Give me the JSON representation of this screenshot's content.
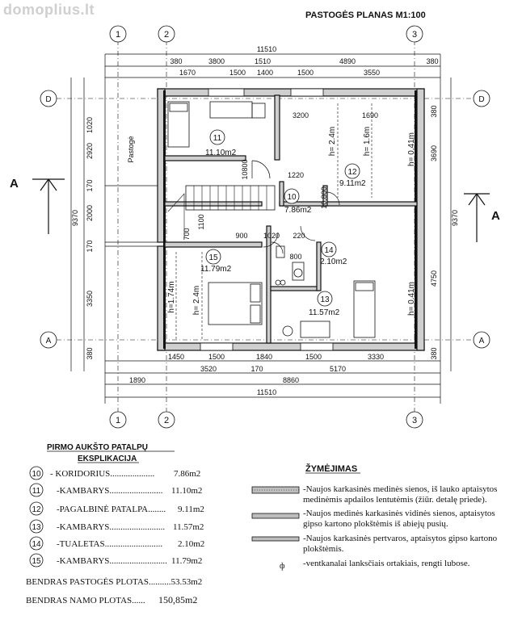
{
  "watermark": "domoplius.lt",
  "title": "PASTOGĖS PLANAS M1:100",
  "axes_top": [
    "1",
    "2",
    "3"
  ],
  "axes_side": [
    "D",
    "A"
  ],
  "section_label": "A",
  "dims": {
    "top_total": "11510",
    "top_row2": [
      "380",
      "3800",
      "1510",
      "4890",
      "380"
    ],
    "top_row3": [
      "1670",
      "1500",
      "1400",
      "1500",
      "3550"
    ],
    "left": [
      "1020",
      "2920",
      "170",
      "2000",
      "170",
      "3350",
      "380"
    ],
    "left_total": "9370",
    "right": [
      "380",
      "3690",
      "4750",
      "380"
    ],
    "right_total": "9370",
    "bottom_row1": [
      "1450",
      "1500",
      "1840",
      "1500",
      "3330"
    ],
    "bottom_row2": [
      "3520",
      "170",
      "5170"
    ],
    "bottom_row3": [
      "1890",
      "8860"
    ],
    "bottom_total": "11510",
    "interior": [
      "3200",
      "1690",
      "1220",
      "900",
      "1020",
      "220",
      "800",
      "10800",
      "1100",
      "700",
      "10,800"
    ]
  },
  "heights": [
    "h= 2.4m",
    "h= 1.6m",
    "h= 0.41m",
    "h=1.74m",
    "h= 2.4m",
    "h= 0.41m"
  ],
  "pastoge_label": "Pastogė",
  "rooms": [
    {
      "num": "11",
      "area": "11.10m2"
    },
    {
      "num": "12",
      "area": "9.11m2"
    },
    {
      "num": "10",
      "area": "7.86m2"
    },
    {
      "num": "14",
      "area": "2.10m2"
    },
    {
      "num": "15",
      "area": "11.79m2"
    },
    {
      "num": "13",
      "area": "11.57m2"
    }
  ],
  "explication": {
    "heading1": "PIRMO AUKŠTO PATALPŲ",
    "heading2": "EKSPLIKACIJA",
    "rows": [
      {
        "num": "10",
        "text": "- KORIDORIUS....................",
        "area": "7.86m2"
      },
      {
        "num": "11",
        "text": "-KAMBARYS........................",
        "area": "11.10m2"
      },
      {
        "num": "12",
        "text": "-PAGALBINĖ PATALPA........",
        "area": "9.11m2"
      },
      {
        "num": "13",
        "text": "-KAMBARYS.........................",
        "area": "11.57m2"
      },
      {
        "num": "14",
        "text": "-TUALETAS..........................",
        "area": "2.10m2"
      },
      {
        "num": "15",
        "text": "-KAMBARYS..........................",
        "area": "11.79m2"
      }
    ],
    "total_attic": "BENDRAS PASTOGĖS PLOTAS..........53.53m2",
    "total_house_label": "BENDRAS NAMO PLOTAS......",
    "total_house_value": "150,85m2"
  },
  "legend": {
    "heading": "ŽYMĖJIMAS",
    "items": [
      "-Naujos karkasinės medinės sienos, iš lauko aptaisytos medinėmis apdailos lentutėmis (žiūr. detalę priede).",
      "-Naujos medinės karkasinės vidinės sienos, aptaisytos gipso kartono plokštėmis iš abiejų pusių.",
      "-Naujos karkasinės pertvaros, aptaisytos gipso kartono plokštėmis.",
      "-ventkanalai lanksčiais ortakiais, rengti lubose."
    ],
    "vent_symbol": "ф"
  }
}
